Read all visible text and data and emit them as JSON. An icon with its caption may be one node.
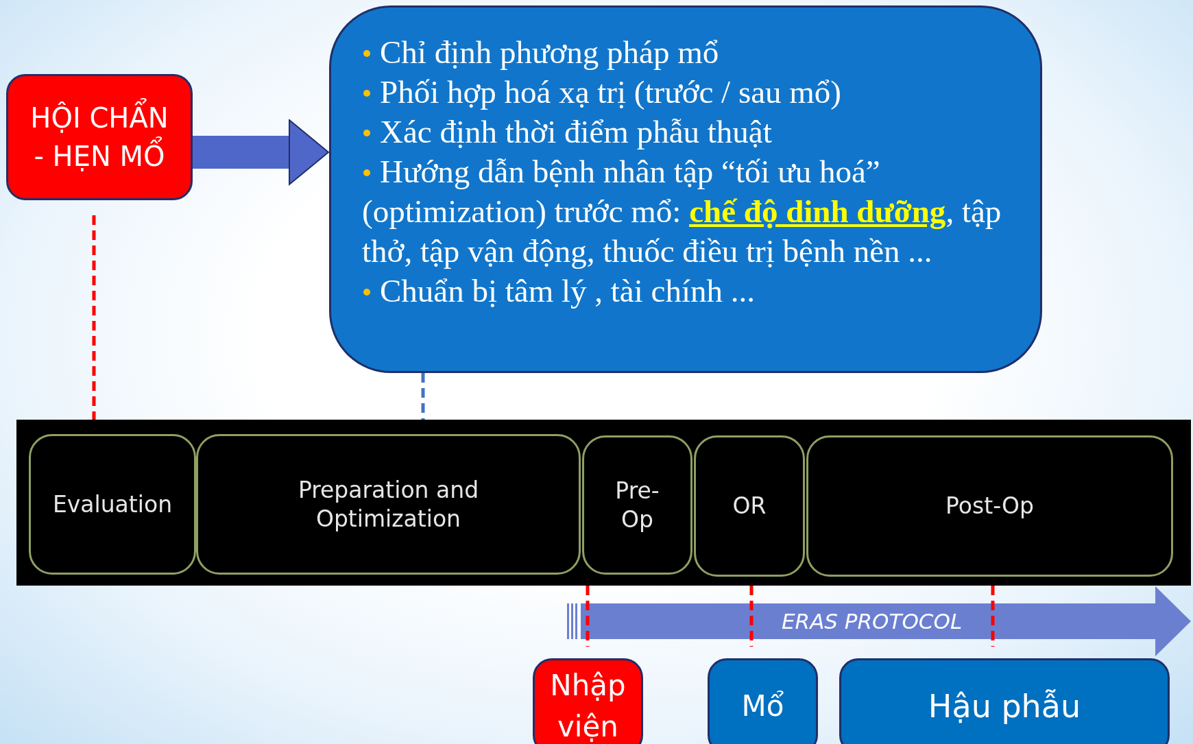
{
  "diagram": {
    "nodes": [
      {
        "text": [
          "HỘI CHẨN - HẸN MỔ"
        ]
      },
      {
        "text": [
          "Chỉ định phương pháp mổ",
          "Phối hợp hoá xạ trị (trước / sau mổ)",
          "Xác định thời điểm phẫu thuật",
          "Hướng dẫn bệnh nhân tập “tối ưu hoá” (optimization) trước mổ: **chế độ dinh dưỡng**, tập thở, tập vận động, thuốc điều trị bệnh nền ...",
          "Chuẩn bị tâm lý , tài chính ..."
        ]
      },
      {
        "text": [],
        "shape": "bar"
      },
      {
        "text": [
          "Evaluation"
        ],
        "in": 2
      },
      {
        "text": [
          "Preparation and Optimization"
        ],
        "in": 2
      },
      {
        "text": [
          "Pre-Op"
        ],
        "in": 2
      },
      {
        "text": [
          "OR"
        ],
        "in": 2
      },
      {
        "text": [
          "Post-Op"
        ],
        "in": 2
      },
      {
        "text": [
          "ERAS PROTOCOL"
        ]
      },
      {
        "text": [
          "Nhập viện"
        ]
      },
      {
        "text": [
          "Mổ"
        ]
      },
      {
        "text": [
          "Hậu phẫu"
        ]
      }
    ],
    "edges": [
      {
        "from": 0,
        "to": 1,
        "arrow": "to",
        "style": "thick",
        "color": "#4f67c8"
      },
      {
        "from": 0,
        "to": 2,
        "arrow": "none",
        "style": "dashed"
      },
      {
        "from": 1,
        "to": 2,
        "arrow": "none",
        "style": "dashed",
        "color": "#4472c4"
      },
      {
        "from": 5,
        "to": 8,
        "arrow": "none",
        "style": "dashed"
      },
      {
        "from": 6,
        "to": 8,
        "arrow": "none",
        "style": "dashed"
      },
      {
        "from": 7,
        "to": 8,
        "arrow": "none",
        "style": "dashed"
      }
    ]
  }
}
